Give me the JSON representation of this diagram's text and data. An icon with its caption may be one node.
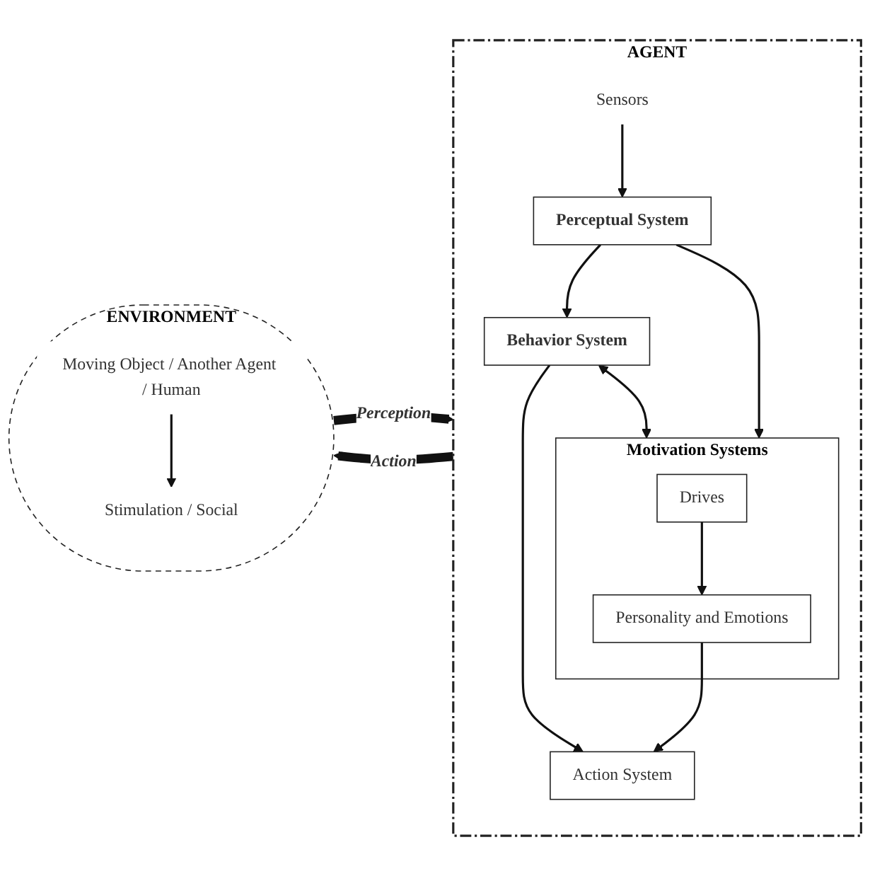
{
  "diagram": {
    "nodes": [
      {
        "text": [
          "AGENT"
        ]
      },
      {
        "text": [
          "Motivation Systems"
        ],
        "in": 0
      },
      {
        "text": [
          "Drives"
        ],
        "in": 1
      },
      {
        "text": [
          "Personality and Emotions"
        ],
        "in": 1
      },
      {
        "text": [
          "Sensors"
        ],
        "in": 0
      },
      {
        "text": [
          "Perceptual System"
        ],
        "in": 0
      },
      {
        "text": [
          "Behavior System"
        ],
        "in": 0
      },
      {
        "text": [
          "Action System"
        ],
        "in": 0
      },
      {
        "text": [
          "ENVIRONMENT"
        ]
      },
      {
        "text": [
          "Moving Object / Another Agent / Human"
        ],
        "in": 8
      },
      {
        "text": [
          "Stimulation / Social"
        ],
        "in": 8
      }
    ],
    "edges": [
      {
        "from": 8,
        "to": 0,
        "arrow": "to",
        "label": "Perception",
        "style": "thick"
      },
      {
        "from": 4,
        "to": 5,
        "arrow": "to"
      },
      {
        "from": 5,
        "to": 1,
        "arrow": "to"
      },
      {
        "from": 2,
        "to": 3,
        "arrow": "to"
      },
      {
        "from": 5,
        "to": 6,
        "arrow": "to"
      },
      {
        "from": 6,
        "to": 1,
        "arrow": "both"
      },
      {
        "from": 6,
        "to": 7,
        "arrow": "to"
      },
      {
        "from": 3,
        "to": 7,
        "arrow": "to"
      },
      {
        "from": 9,
        "to": 10,
        "arrow": "to"
      },
      {
        "from": 0,
        "to": 8,
        "arrow": "to",
        "label": "Action",
        "style": "thick"
      }
    ]
  }
}
